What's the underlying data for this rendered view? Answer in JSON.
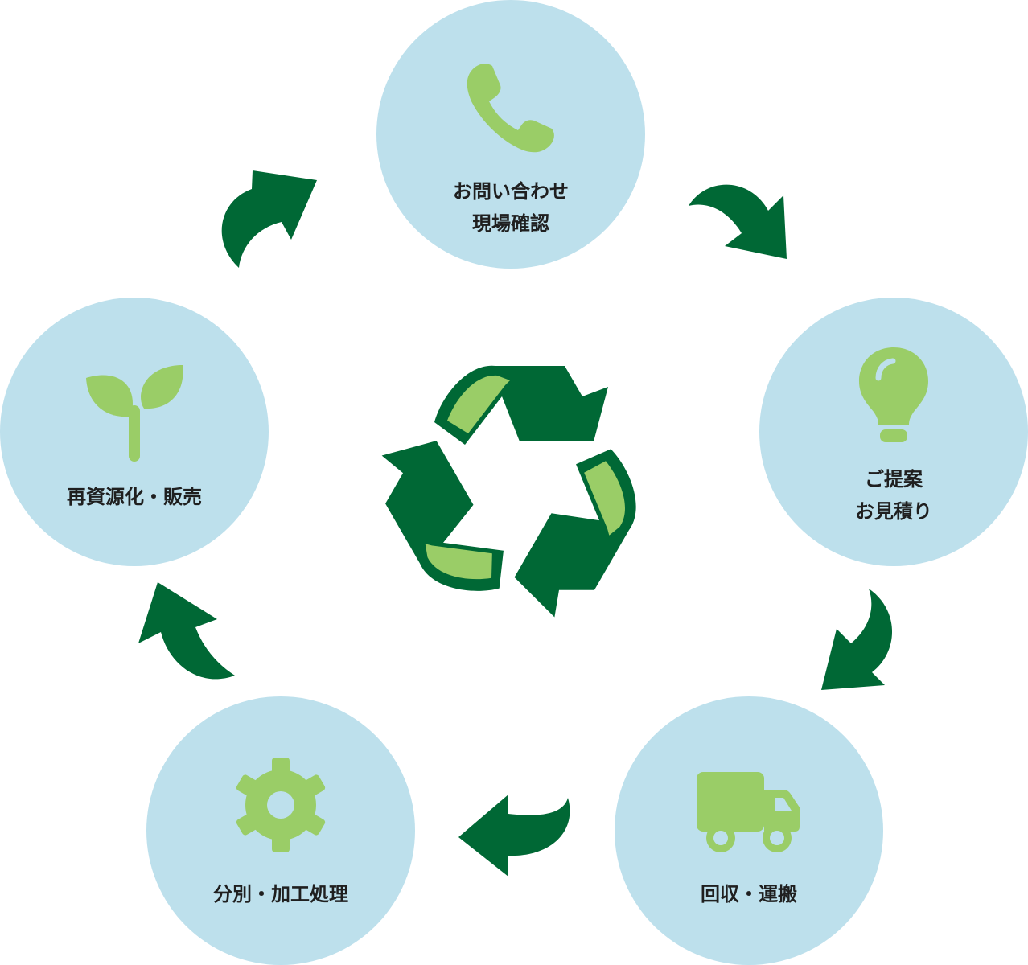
{
  "colors": {
    "circle": "#bde0ec",
    "icon": "#9acd67",
    "arrow": "#006835",
    "recycle_dark": "#006835",
    "recycle_light": "#9acd67",
    "text": "#1f1f1f"
  },
  "steps": [
    {
      "icon": "phone-icon",
      "lines": [
        "お問い合わせ",
        "現場確認"
      ]
    },
    {
      "icon": "light-bulb-icon",
      "lines": [
        "ご提案",
        "お見積り"
      ]
    },
    {
      "icon": "truck-icon",
      "lines": [
        "回収・運搬"
      ]
    },
    {
      "icon": "gear-icon",
      "lines": [
        "分別・加工処理"
      ]
    },
    {
      "icon": "sprout-icon",
      "lines": [
        "再資源化・販売"
      ]
    }
  ],
  "center_icon": "recycle-icon"
}
